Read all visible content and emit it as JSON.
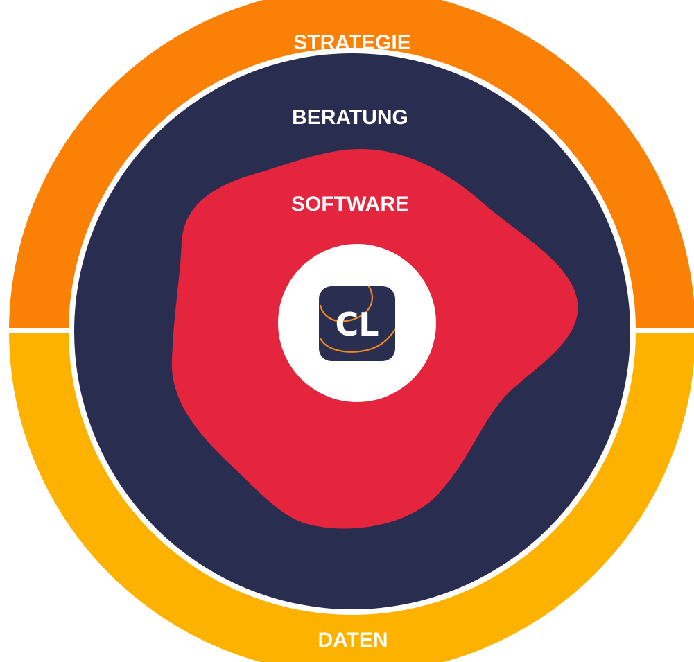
{
  "labels": {
    "strategy": "STRATEGIE",
    "consulting": "BERATUNG",
    "software": "SOFTWARE",
    "data": "DATEN"
  },
  "logo": {
    "text": "CL",
    "icon": "cl-logo-icon"
  },
  "colors": {
    "strategy": "#fb8006",
    "data": "#fdb200",
    "consulting": "#292d4f",
    "software": "#e4253d",
    "logo_background": "#2a2e50",
    "logo_accent": "#f08a1c",
    "center": "#ffffff"
  }
}
